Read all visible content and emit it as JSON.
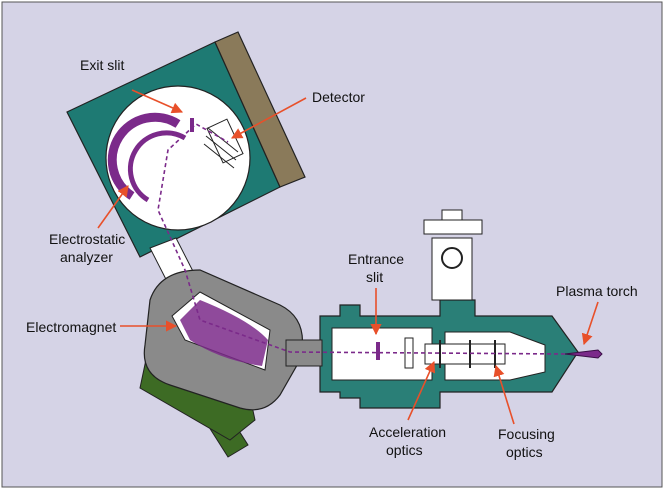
{
  "labels": {
    "exit_slit": "Exit slit",
    "detector": "Detector",
    "electrostatic": "Electrostatic",
    "analyzer": "analyzer",
    "entrance": "Entrance",
    "slit": "slit",
    "plasma_torch": "Plasma torch",
    "electromagnet": "Electromagnet",
    "acceleration": "Acceleration",
    "optics": "optics",
    "focusing": "Focusing",
    "focusing_optics": "optics"
  },
  "colors": {
    "background": "#d5d3e6",
    "analyzer_housing": "#1e7a73",
    "magnet_yoke": "#3d6b24",
    "magnet_body": "#8a8a8a",
    "beam": "#7b2a8a",
    "callout_arrow": "#e8502a",
    "chamber": "#2a7f77"
  }
}
